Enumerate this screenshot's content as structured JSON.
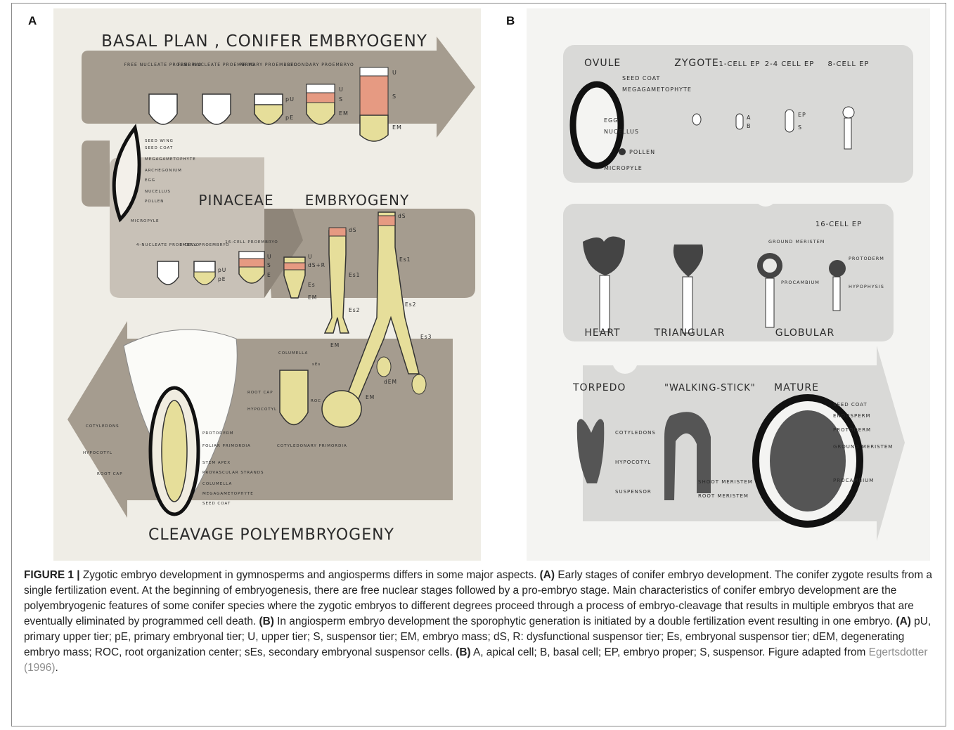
{
  "panels": {
    "a": {
      "letter": "A",
      "title_top": "BASAL PLAN , CONIFER EMBRYOGENY",
      "title_mid_left": "PINACEAE",
      "title_mid_right": "EMBRYOGENY",
      "title_bottom": "CLEAVAGE POLYEMBRYOGENY",
      "row1_stages": [
        "FREE NUCLEATE PROEMBRYO",
        "FREE NUCLEATE PROEMBRYO",
        "PRIMARY PROEMBRYO",
        "SECONDARY PROEMBRYO"
      ],
      "row1_tiers": [
        "pU",
        "pE",
        "U",
        "S",
        "EM",
        "U",
        "S",
        "EM"
      ],
      "seed_labels": [
        "SEED WING",
        "SEED COAT",
        "MEGAGAMETOPHYTE",
        "ARCHEGONIUM",
        "EGG",
        "NUCELLUS",
        "POLLEN",
        "MICROPYLE"
      ],
      "row2_stages": [
        "4-NUCLEATE PROEMBRYO",
        "8-CELL PROEMBRYO",
        "16-CELL PROEMBRYO"
      ],
      "row2_tiers": [
        "pU",
        "pE",
        "U",
        "S",
        "E",
        "U",
        "dS+R",
        "Es",
        "EM",
        "dS",
        "Es1",
        "Es2",
        "EM",
        "dS",
        "Es1",
        "Es2",
        "Es3",
        "dEM",
        "EM"
      ],
      "root_labels": [
        "COLUMELLA",
        "sEs",
        "ROOT CAP",
        "HYPOCOTYL",
        "ROC",
        "COTYLEDONARY PRIMORDIA"
      ],
      "mature_labels": [
        "COTYLEDONS",
        "HYPOCOTYL",
        "ROOT CAP",
        "PROTODERM",
        "FOLIAR PRIMORDIA",
        "STEM APEX",
        "PROVASCULAR STRANDS",
        "COLUMELLA",
        "MEGAGAMETOPHYTE",
        "SEED COAT"
      ]
    },
    "b": {
      "letter": "B",
      "row1_stages": [
        "OVULE",
        "ZYGOTE",
        "1-CELL EP",
        "2-4 CELL EP",
        "8-CELL EP"
      ],
      "ovule_labels": [
        "SEED COAT",
        "MEGAGAMETOPHYTE",
        "EGG",
        "NUCELLUS",
        "POLLEN",
        "MICROPYLE"
      ],
      "cell_labels": [
        "A",
        "B",
        "EP",
        "S"
      ],
      "row2_stages": [
        "HEART",
        "TRIANGULAR",
        "GLOBULAR"
      ],
      "row2_top": "16-CELL EP",
      "globular_labels": [
        "GROUND MERISTEM",
        "PROCAMBIUM",
        "PROTODERM",
        "HYPOPHYSIS"
      ],
      "row3_stages": [
        "TORPEDO",
        "\"WALKING-STICK\"",
        "MATURE"
      ],
      "torpedo_labels": [
        "COTYLEDONS",
        "HYPOCOTYL",
        "SUSPENSOR"
      ],
      "walking_labels": [
        "SHOOT MERISTEM",
        "ROOT MERISTEM"
      ],
      "mature_labels": [
        "SEED COAT",
        "ENDOSPERM",
        "PROTODERM",
        "GROUND MERISTEM",
        "PROCAMBIUM"
      ]
    }
  },
  "colors": {
    "arrow_gray": "#a59c8f",
    "panel_bg": "#efede6",
    "embryo_yellow": "#e6de9a",
    "suspensor_red": "#e69a82",
    "b_gray": "#d9d9d7"
  },
  "caption": {
    "figure_label": "FIGURE 1 |",
    "s1": " Zygotic embryo development in gymnosperms and angiosperms differs in some major aspects. ",
    "a1": "(A)",
    "s2": " Early stages of conifer embryo development. The conifer zygote results from a single fertilization event. At the beginning of embryogenesis, there are free nuclear stages followed by a pro-embryo stage. Main characteristics of conifer embryo development are the polyembryogenic features of some conifer species where the zygotic embryos to different degrees proceed through a process of embryo-cleavage that results in multiple embryos that are eventually eliminated by programmed cell death. ",
    "b1": "(B)",
    "s3": " In angiosperm embryo development the sporophytic generation is initiated by a double fertilization event resulting in one embryo. ",
    "a2": "(A)",
    "s4": " pU, primary upper tier; pE, primary embryonal tier; U, upper tier; S, suspensor tier; EM, embryo mass; dS, R: dysfunctional suspensor tier; Es, embryonal suspensor tier; dEM, degenerating embryo mass; ROC, root organization center; sEs, secondary embryonal suspensor cells. ",
    "b2": "(B)",
    "s5": " A, apical cell; B, basal cell; EP, embryo proper; S, suspensor. Figure adapted from ",
    "ref": "Egertsdotter",
    "ref_year": "(1996)",
    "end": "."
  }
}
